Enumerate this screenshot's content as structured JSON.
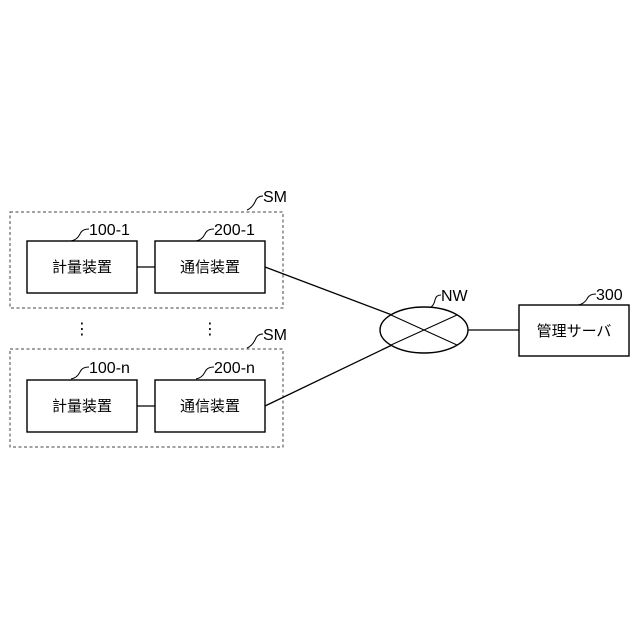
{
  "diagram": {
    "groups": [
      {
        "ref": "SM",
        "meter": {
          "ref": "100-1",
          "label": "計量装置"
        },
        "comm": {
          "ref": "200-1",
          "label": "通信装置"
        }
      },
      {
        "ref": "SM",
        "meter": {
          "ref": "100-n",
          "label": "計量装置"
        },
        "comm": {
          "ref": "200-n",
          "label": "通信装置"
        }
      }
    ],
    "ellipsis": "⋮",
    "network": {
      "ref": "NW"
    },
    "server": {
      "ref": "300",
      "label": "管理サーバ"
    }
  }
}
